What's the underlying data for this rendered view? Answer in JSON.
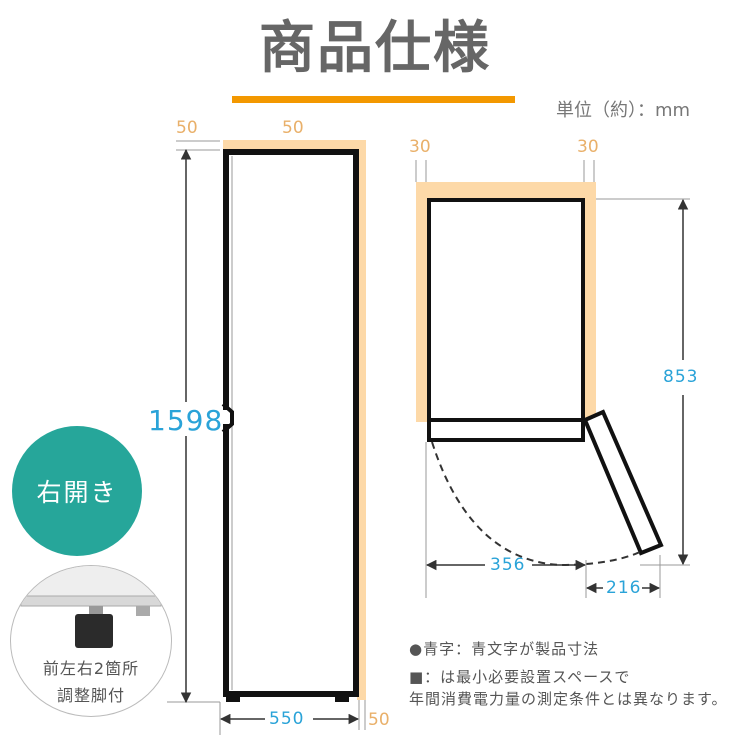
{
  "title": "商品仕様",
  "unit_label": "単位（約）：mm",
  "colors": {
    "accent_bar": "#f39800",
    "product_dimension_blue": "#2aa3d8",
    "clearance_orange": "#e9b06a",
    "clearance_fill": "#fdd9a8",
    "badge_teal": "#26a69a"
  },
  "front_view": {
    "clearance_left": "50",
    "clearance_top": "50",
    "clearance_right": "50",
    "height": "1598",
    "width": "550"
  },
  "top_view": {
    "clearance_left": "30",
    "clearance_right": "30",
    "depth": "853",
    "door_swing_width": "356",
    "door_protrusion": "216"
  },
  "badge": {
    "label": "右開き"
  },
  "leg_callout": {
    "line1": "前左右2箇所",
    "line2": "調整脚付"
  },
  "notes": {
    "line1": "●青字：青文字が製品寸法",
    "line2": "■：は最小必要設置スペースで",
    "line3": "年間消費電力量の測定条件とは異なります。"
  }
}
